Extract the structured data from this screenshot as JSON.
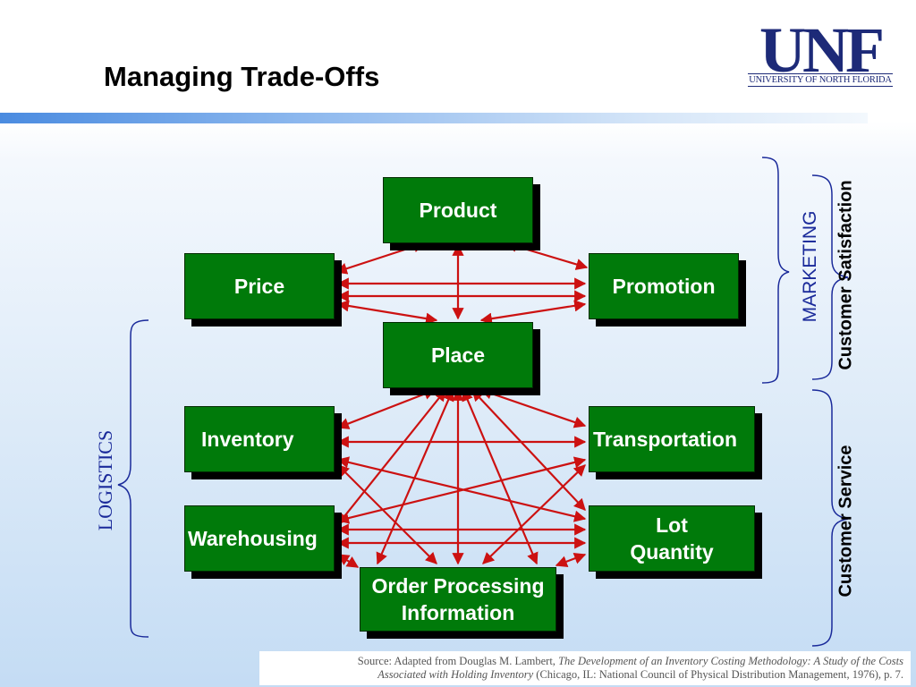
{
  "title": "Managing Trade-Offs",
  "logo": {
    "mark": "UNF",
    "subtitle": "UNIVERSITY OF NORTH FLORIDA"
  },
  "boxes": {
    "product": "Product",
    "price": "Price",
    "promotion": "Promotion",
    "place": "Place",
    "inventory": "Inventory",
    "transportation": "Transportation",
    "warehousing": "Warehousing",
    "lot_line1": "Lot",
    "lot_line2": "Quantity",
    "order_line1": "Order Processing",
    "order_line2": "Information"
  },
  "labels": {
    "logistics": "LOGISTICS",
    "marketing": "MARKETING",
    "customer_satisfaction": "Customer Satisfaction",
    "customer_service": "Customer Service"
  },
  "source": {
    "prefix": "Source: Adapted from Douglas M. Lambert, ",
    "italic1": "The Development of an Inventory Costing Methodology: A Study of the Costs",
    "italic2": "Associated with Holding Inventory",
    "suffix": " (Chicago, IL: National Council of Physical Distribution Management, 1976), p. 7."
  },
  "colors": {
    "box_fill": "#007a0a",
    "arrow": "#cc1111",
    "brace": "#1a2a9a",
    "logo": "#1d2a78"
  }
}
